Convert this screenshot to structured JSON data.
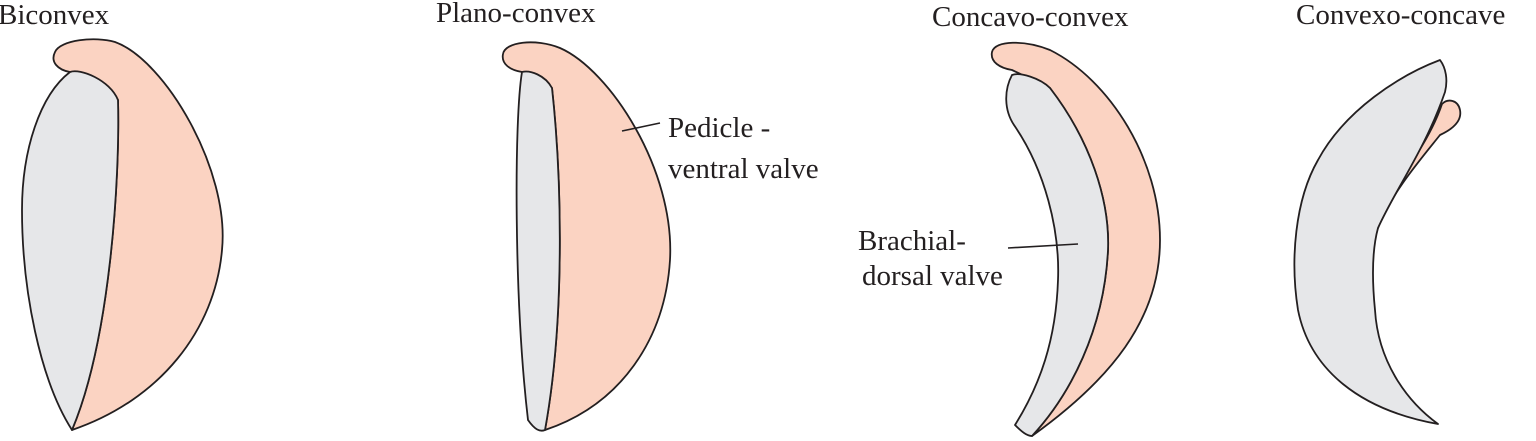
{
  "colors": {
    "ventral_valve": "#fbd3c2",
    "dorsal_valve": "#e6e7e9",
    "outline": "#231f20",
    "background": "#ffffff"
  },
  "shells": [
    {
      "title": "Biconvex"
    },
    {
      "title": "Plano-convex"
    },
    {
      "title": "Concavo-convex"
    },
    {
      "title": "Convexo-concave"
    }
  ],
  "annotations": {
    "pedicle": {
      "line1": "Pedicle -",
      "line2": "ventral valve"
    },
    "brachial": {
      "line1": "Brachial-",
      "line2": "dorsal valve"
    }
  }
}
